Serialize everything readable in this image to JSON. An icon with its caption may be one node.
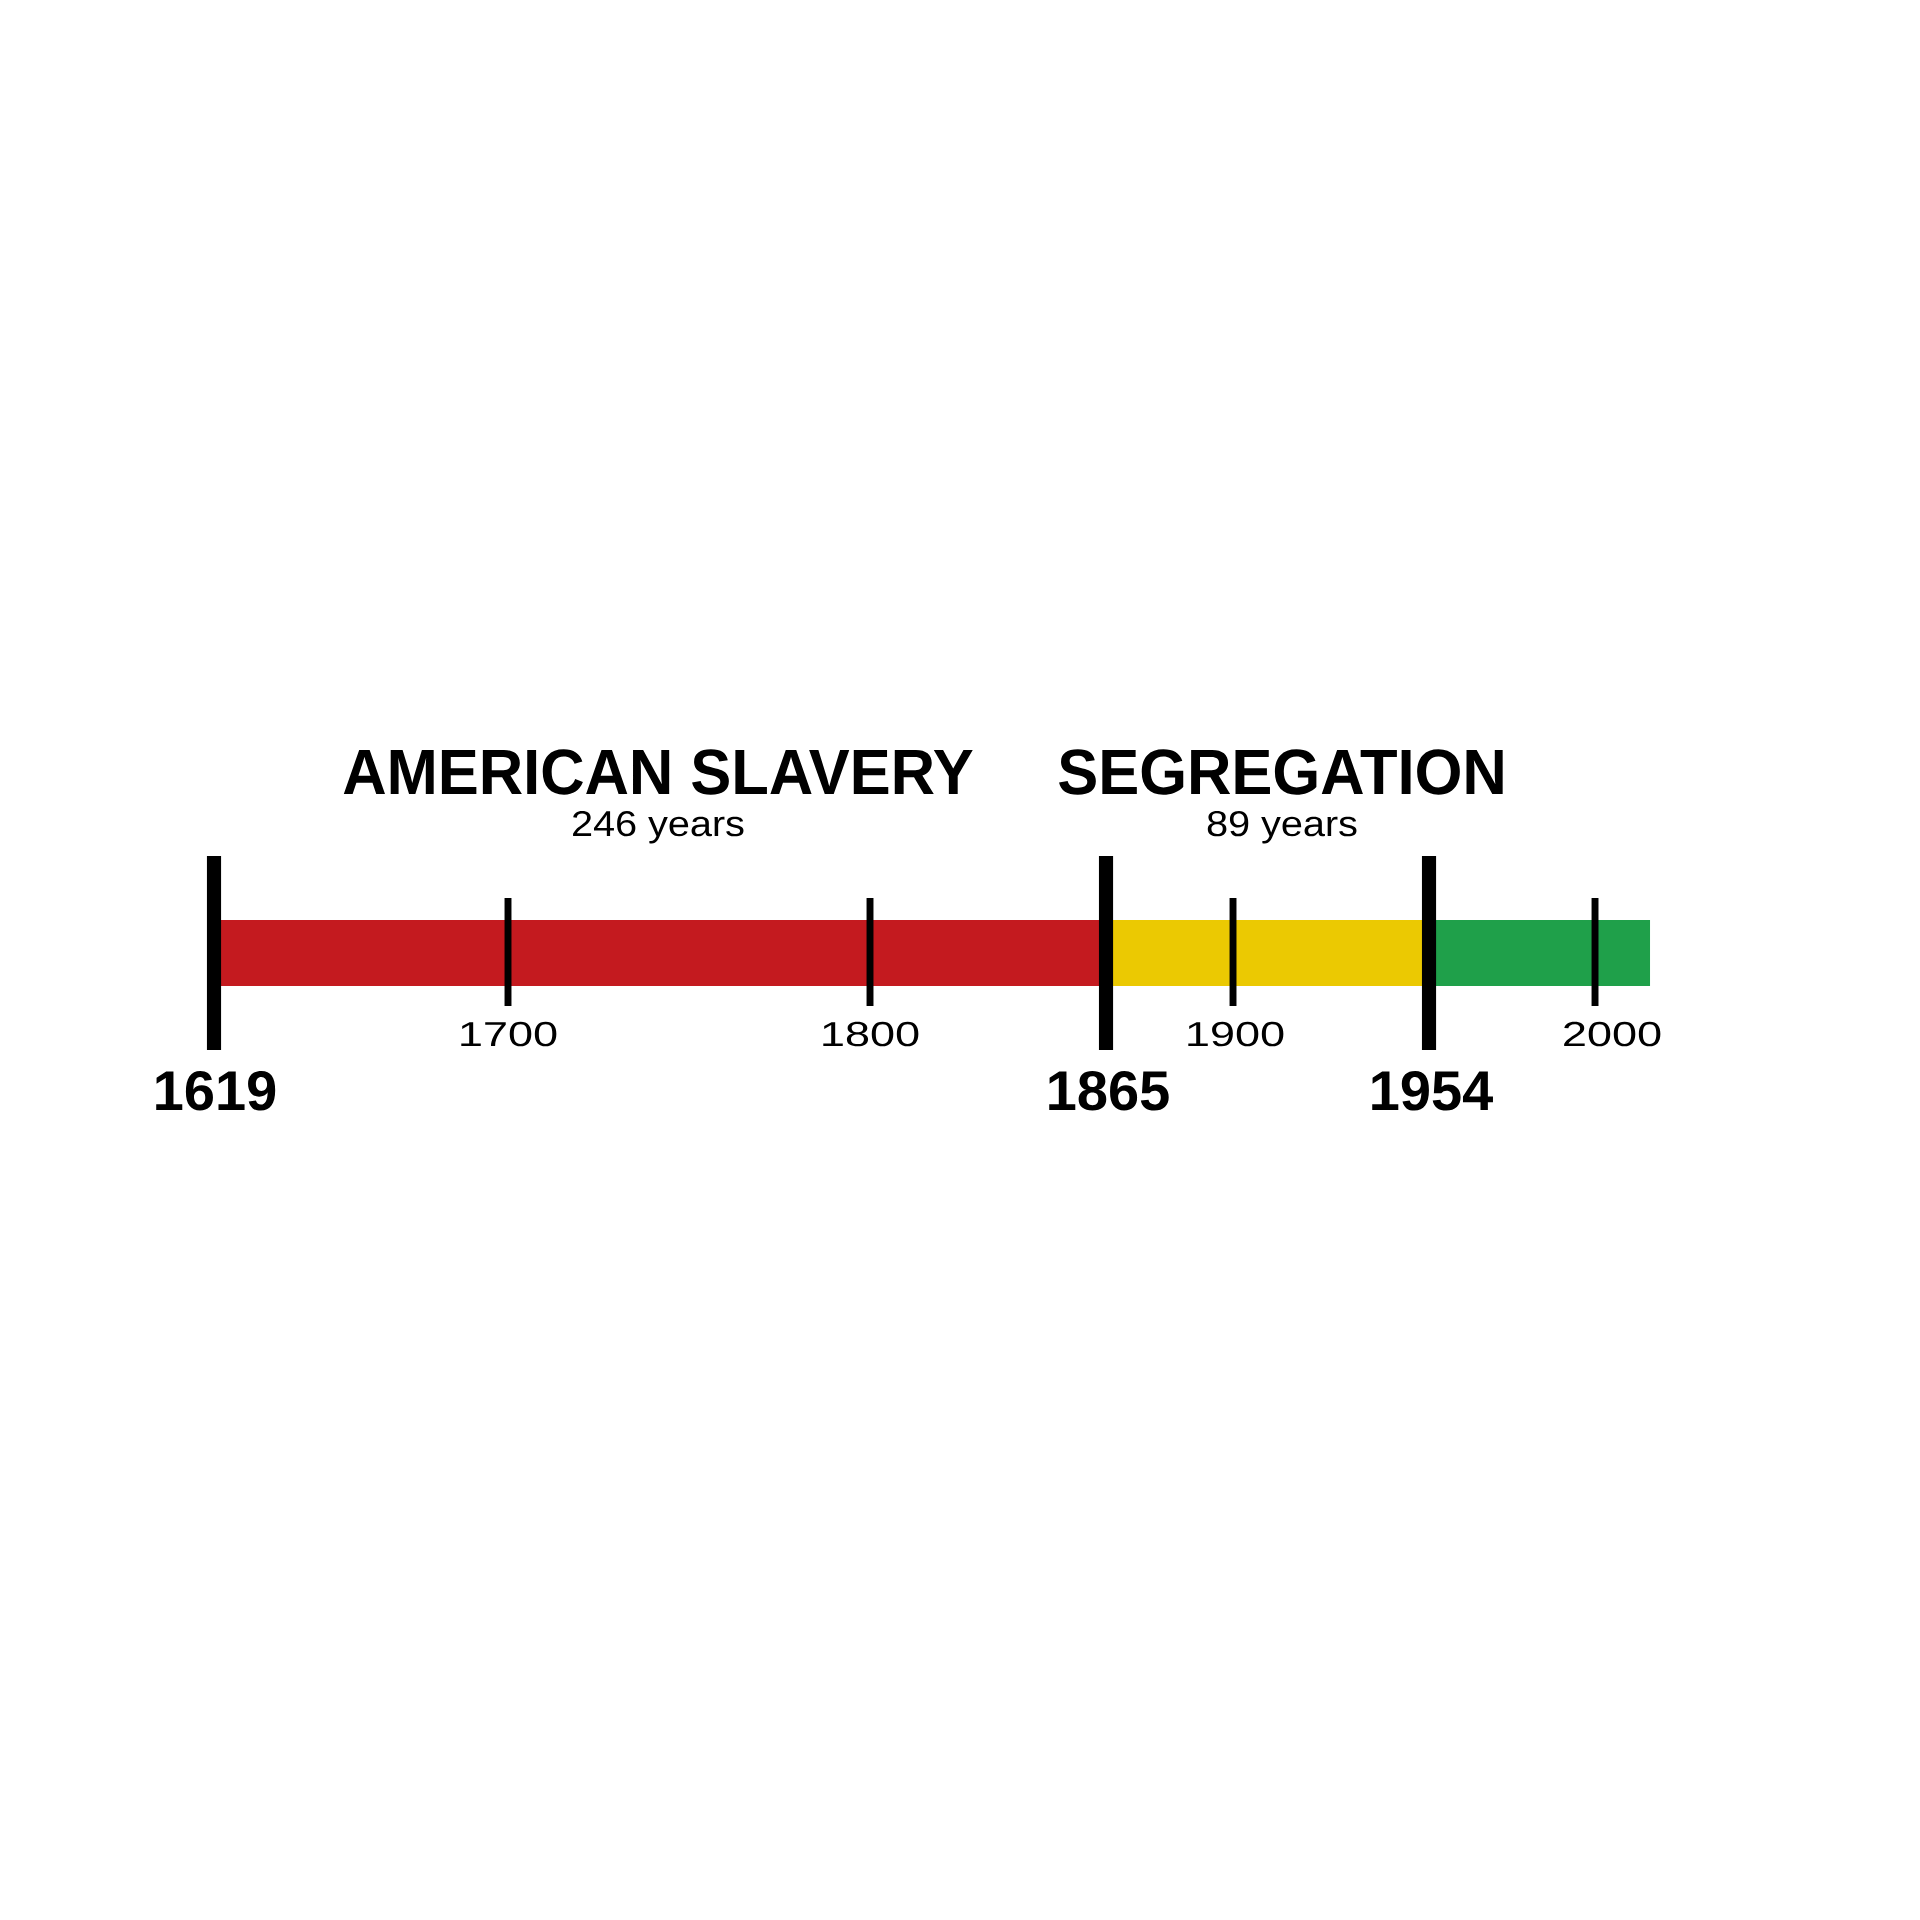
{
  "diagram": {
    "nodes": [
      {
        "text": [
          "AMERICAN SLAVERY",
          "246 years"
        ]
      },
      {
        "text": [
          "SEGREGATION",
          "89 years"
        ]
      },
      {
        "text": [],
        "shape": "bar"
      }
    ],
    "labels": [
      "1619",
      "1700",
      "1800",
      "1865",
      "1900",
      "1954",
      "2000"
    ]
  }
}
